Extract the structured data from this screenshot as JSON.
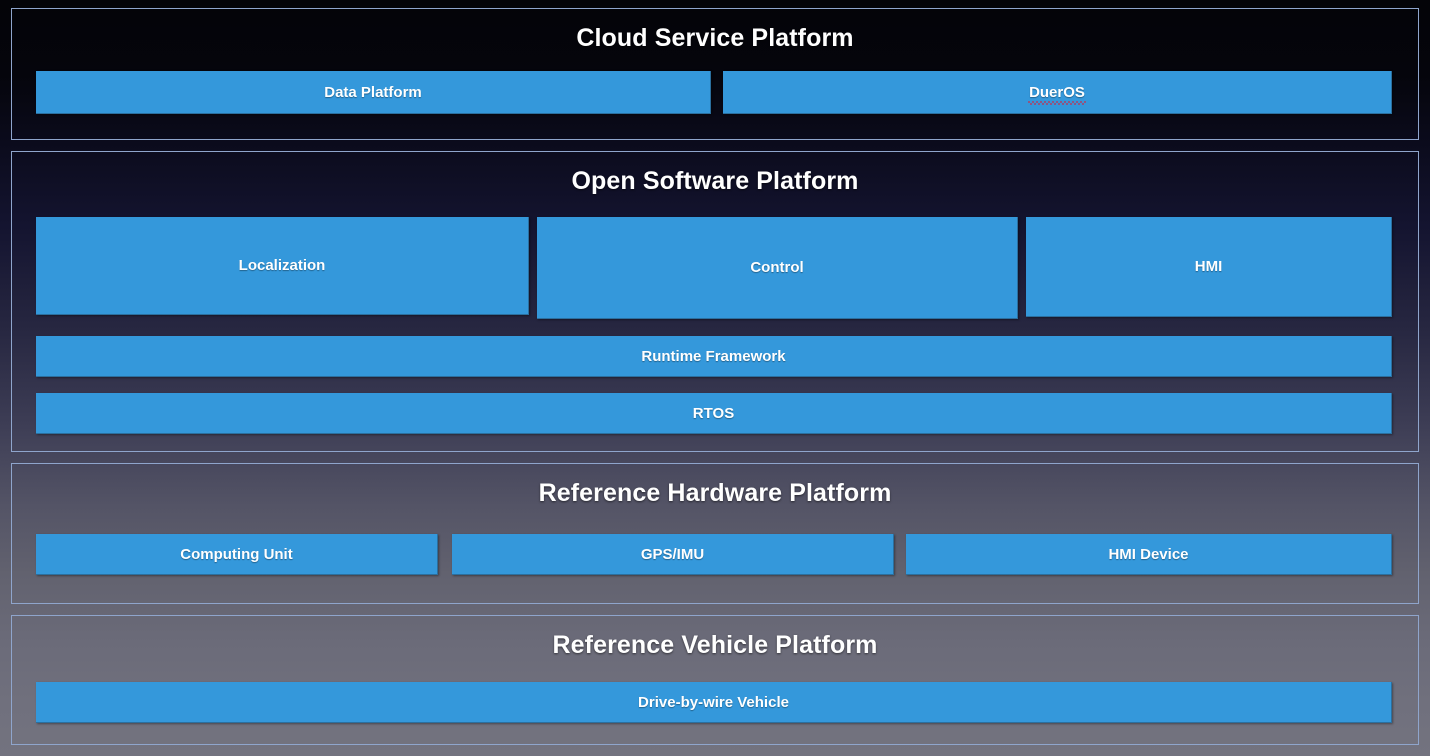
{
  "diagram": {
    "accent_blue": "#3498db",
    "border_color": "#8fa5cc",
    "text_color": "#ffffff",
    "spellcheck_color": "#e8132b"
  },
  "sections": [
    {
      "id": "cloud",
      "title": "Cloud Service Platform",
      "boxes": [
        {
          "label": "Data Platform",
          "misspelled": false
        },
        {
          "label": "DuerOS",
          "misspelled": true
        }
      ]
    },
    {
      "id": "software",
      "title": "Open Software Platform",
      "boxes": [
        {
          "label": "Localization",
          "misspelled": false
        },
        {
          "label": "Control",
          "misspelled": false
        },
        {
          "label": "HMI",
          "misspelled": false
        },
        {
          "label": "Runtime Framework",
          "misspelled": false
        },
        {
          "label": "RTOS",
          "misspelled": false
        }
      ]
    },
    {
      "id": "hardware",
      "title": "Reference Hardware Platform",
      "boxes": [
        {
          "label": "Computing Unit",
          "misspelled": false
        },
        {
          "label": "GPS/IMU",
          "misspelled": false
        },
        {
          "label": "HMI Device",
          "misspelled": false
        }
      ]
    },
    {
      "id": "vehicle",
      "title": "Reference Vehicle Platform",
      "boxes": [
        {
          "label": "Drive-by-wire Vehicle",
          "misspelled": false
        }
      ]
    }
  ]
}
